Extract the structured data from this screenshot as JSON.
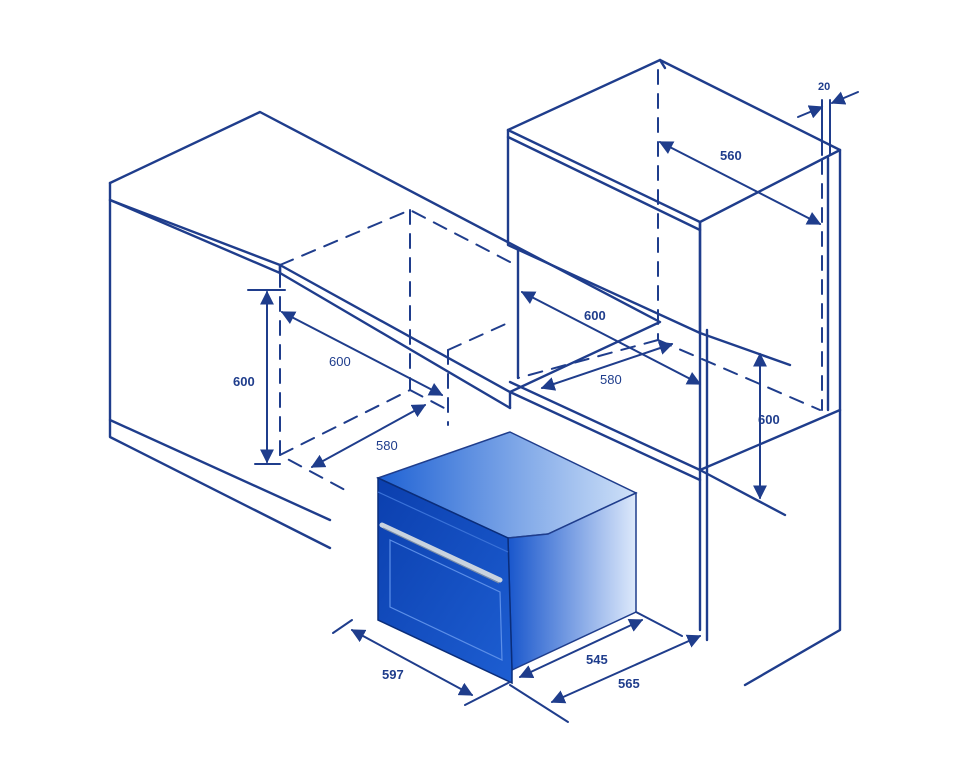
{
  "colors": {
    "line": "#1f3d8c",
    "oven_dark": "#0a3ea8",
    "oven_mid": "#1e63d6",
    "oven_light": "#dceafb",
    "handle": "#c9d3df"
  },
  "icons": {
    "oven": "built-in-oven-illustration"
  },
  "dimensions": {
    "base_height": "600",
    "base_depth": "600",
    "base_width": "580",
    "tall_depth": "560",
    "tall_thickness": "20",
    "tall_niche_depth": "600",
    "tall_niche_width": "580",
    "tall_niche_height": "600",
    "oven_width": "597",
    "oven_depth_body": "545",
    "oven_depth_total": "565"
  }
}
